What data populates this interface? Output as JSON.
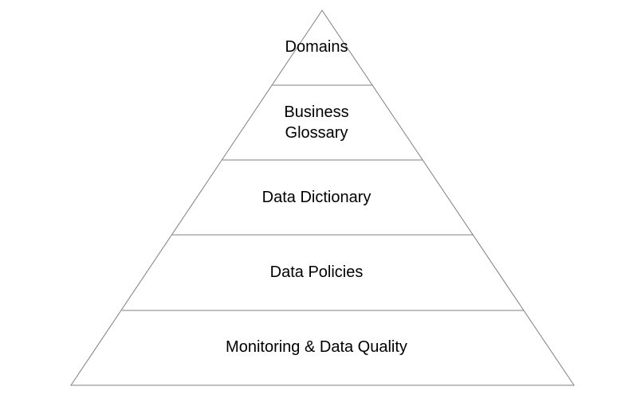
{
  "diagram": {
    "type": "pyramid",
    "outline_color": "#7f7f7f",
    "fill_color": "#ffffff",
    "text_color": "#000000",
    "tiers_top_to_bottom": [
      {
        "lines": [
          "Domains"
        ]
      },
      {
        "lines": [
          "Business",
          "Glossary"
        ]
      },
      {
        "lines": [
          "Data Dictionary"
        ]
      },
      {
        "lines": [
          "Data Policies"
        ]
      },
      {
        "lines": [
          "Monitoring & Data Quality"
        ]
      }
    ]
  }
}
